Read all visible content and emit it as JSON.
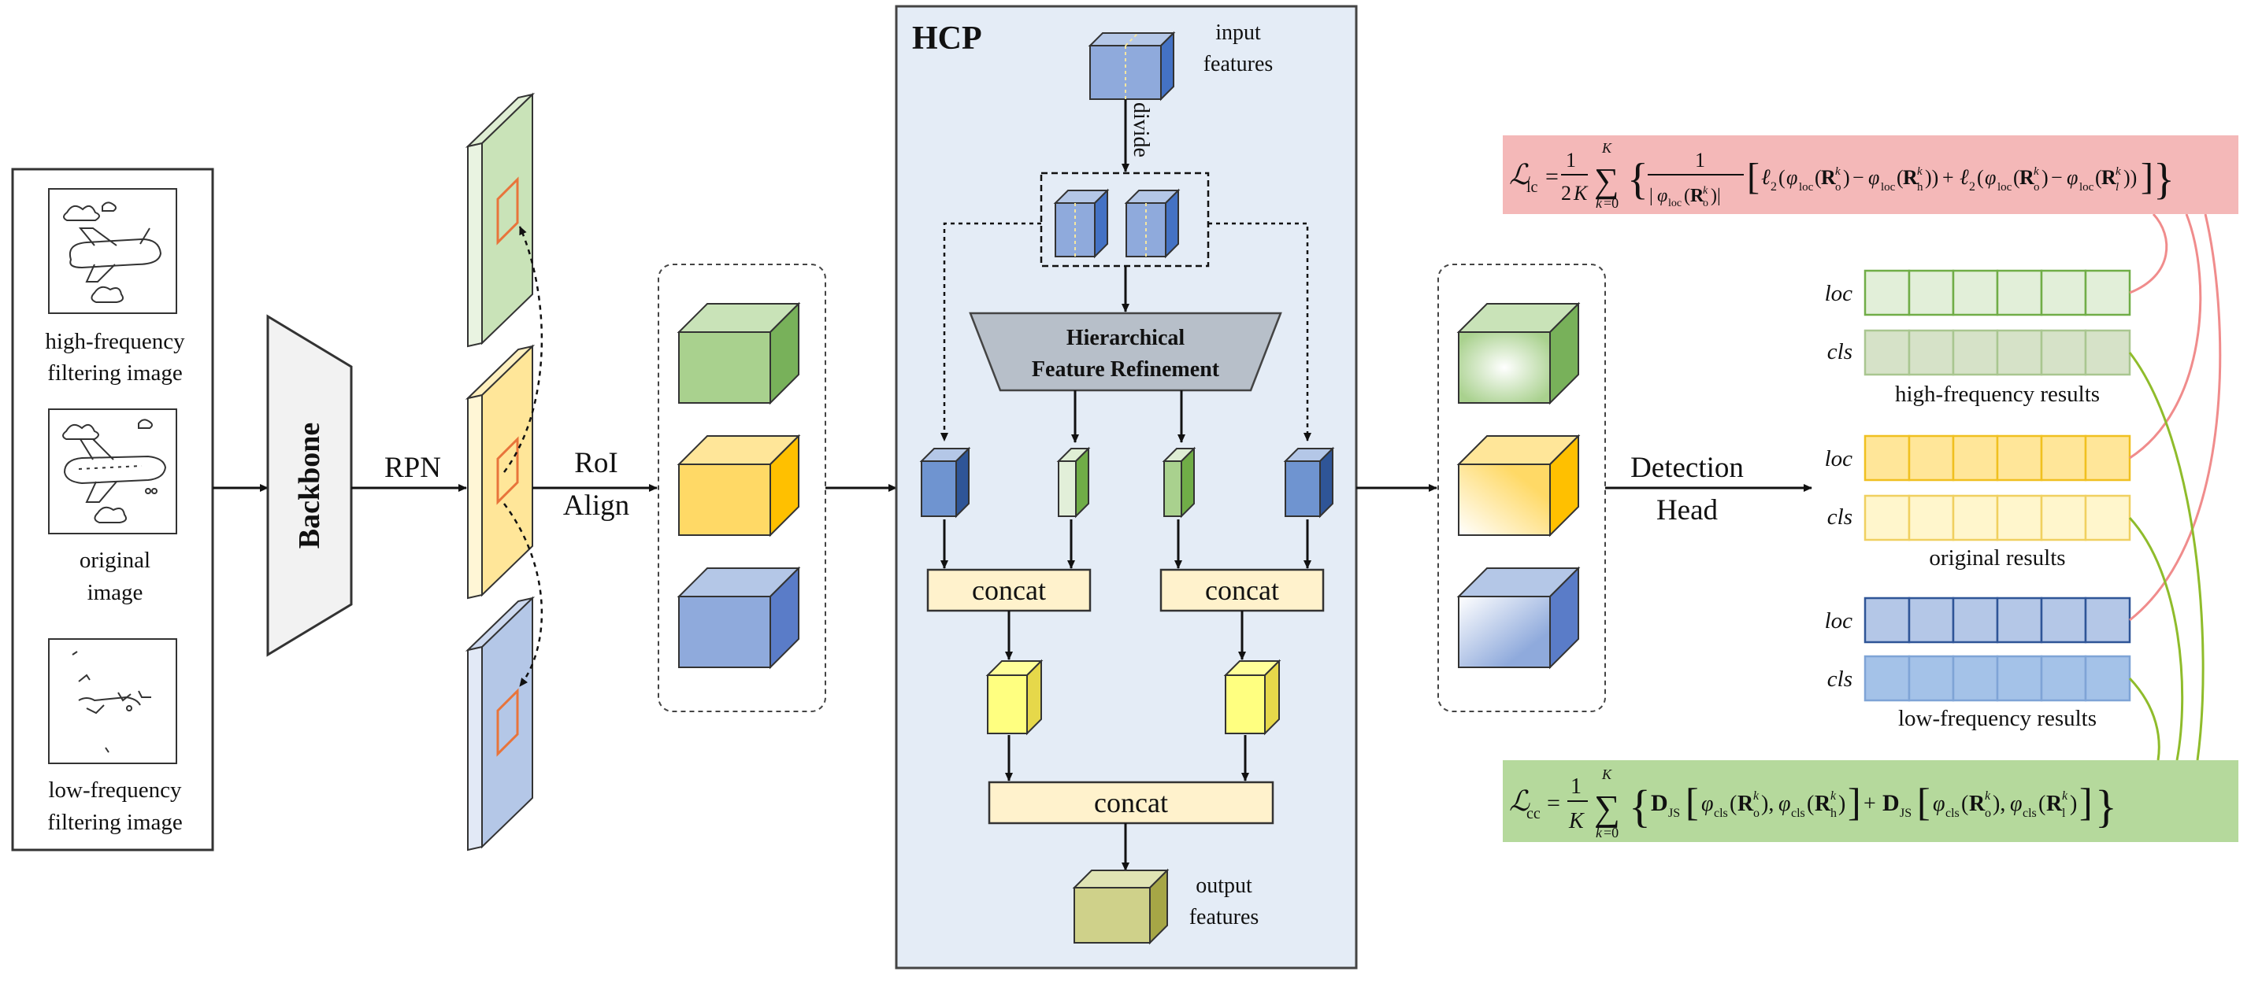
{
  "input_panel": {
    "items": [
      {
        "line1": "high-frequency",
        "line2": "filtering image"
      },
      {
        "line1": "original",
        "line2": "image"
      },
      {
        "line1": "low-frequency",
        "line2": "filtering image"
      }
    ]
  },
  "backbone": {
    "label": "Backbone"
  },
  "rpn": {
    "label": "RPN"
  },
  "roi_align": {
    "line1": "RoI",
    "line2": "Align"
  },
  "hcp": {
    "title": "HCP",
    "input_line1": "input",
    "input_line2": "features",
    "divide": "divide",
    "hfr_line1": "Hierarchical",
    "hfr_line2": "Feature Refinement",
    "concat_left": "concat",
    "concat_right": "concat",
    "concat_bottom": "concat",
    "output_line1": "output",
    "output_line2": "features"
  },
  "detection_head": {
    "line1": "Detection",
    "line2": "Head"
  },
  "results": [
    {
      "loc_label": "loc",
      "cls_label": "cls",
      "caption": "high-frequency results"
    },
    {
      "loc_label": "loc",
      "cls_label": "cls",
      "caption": "original results"
    },
    {
      "loc_label": "loc",
      "cls_label": "cls",
      "caption": "low-frequency results"
    }
  ],
  "loss_lc": {
    "symbol": "ℒ",
    "subscript": "lc"
  },
  "loss_cc": {
    "symbol": "ℒ",
    "subscript": "cc"
  },
  "colors": {
    "green": "#a9d18e",
    "yellow": "#ffd966",
    "blue": "#8faadc",
    "hcp_bg": "#e4ecf6",
    "concat_fill": "#fff2cc",
    "lc_bg": "#f4b8b8",
    "cc_bg": "#b5d99c",
    "lc_curve": "#f08c8c",
    "cc_curve": "#8fbc2b"
  }
}
